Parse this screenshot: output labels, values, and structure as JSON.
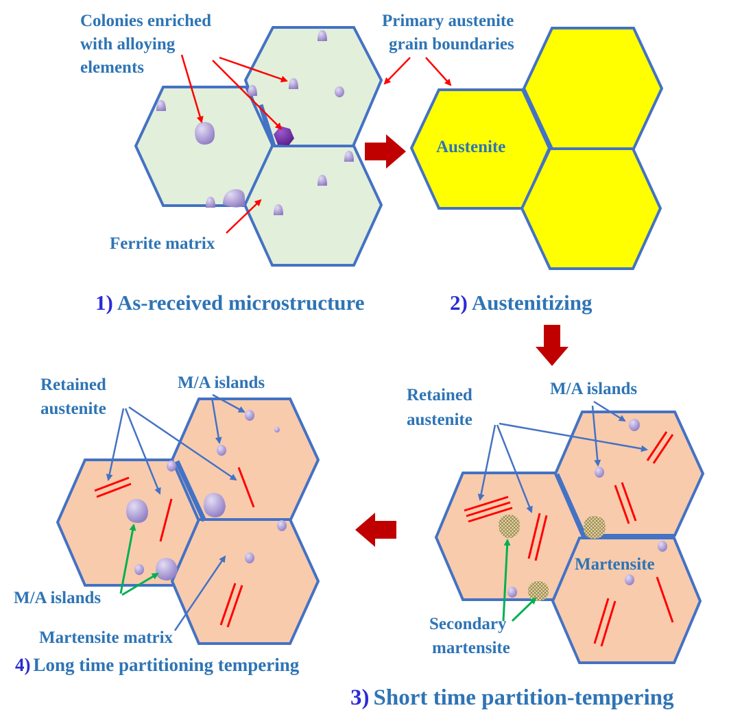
{
  "colors": {
    "ferrite_fill": "#e2efda",
    "austenite_fill": "#ffff00",
    "martensite_fill": "#f8cbad",
    "grain_border": "#4472c4",
    "label_text": "#2e74b5",
    "caption_number": "#2b2bd6",
    "arrow_red": "#c00000",
    "pointer_red": "#ff0000",
    "pointer_blue": "#4472c4",
    "pointer_green": "#00b050",
    "particle": "#b4a7d6",
    "particle_dark": "#7030a0",
    "secondary_martensite": "#c9b26a"
  },
  "panel1": {
    "label_colonies_1": "Colonies enriched",
    "label_colonies_2": "with alloying",
    "label_colonies_3": "elements",
    "label_pagb_1": "Primary austenite",
    "label_pagb_2": "grain boundaries",
    "label_ferrite": "Ferrite matrix",
    "caption_num": "1)",
    "caption_text": "As-received microstructure"
  },
  "panel2": {
    "label_austenite": "Austenite",
    "caption_num": "2)",
    "caption_text": "Austenitizing"
  },
  "panel3": {
    "label_retained_1": "Retained",
    "label_retained_2": "austenite",
    "label_ma": "M/A islands",
    "label_martensite": "Martensite",
    "label_secondary_1": "Secondary",
    "label_secondary_2": "martensite",
    "caption_num": "3)",
    "caption_text": "Short time partition-tempering"
  },
  "panel4": {
    "label_retained_1": "Retained",
    "label_retained_2": "austenite",
    "label_ma_top": "M/A islands",
    "label_ma_bottom": "M/A islands",
    "label_matrix": "Martensite matrix",
    "caption_num": "4)",
    "caption_text": "Long time partitioning tempering"
  },
  "icons": {
    "step_arrow": "arrow-right-icon",
    "step_arrow_down": "arrow-down-icon",
    "step_arrow_left": "arrow-left-icon"
  }
}
